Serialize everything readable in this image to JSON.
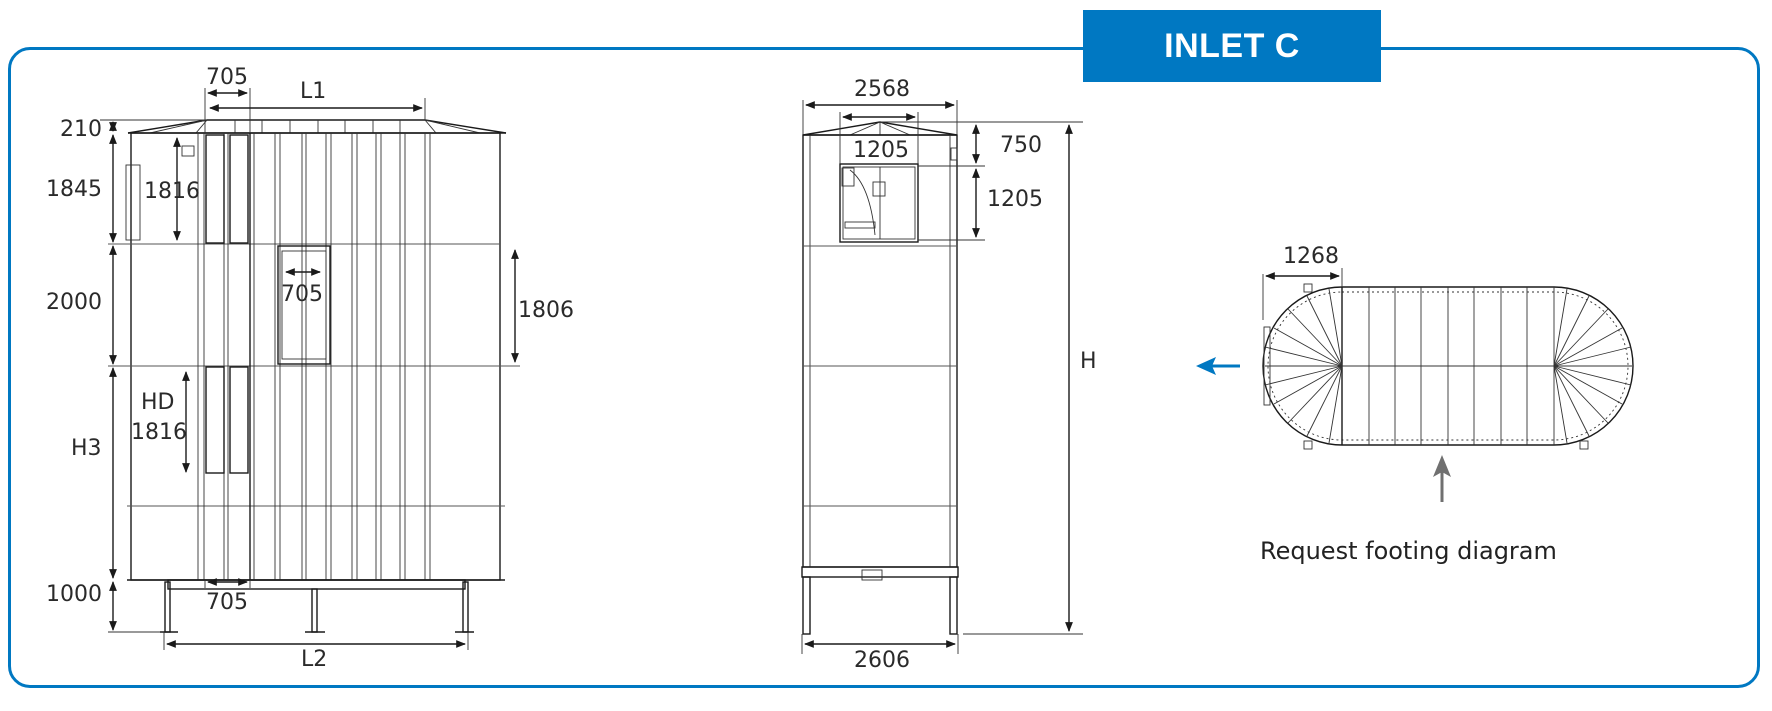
{
  "title": "INLET C",
  "colors": {
    "accent": "#0078C2",
    "arrow_gray": "#707070",
    "line": "#1a1a1a"
  },
  "front_view": {
    "dims": {
      "roof_height": "210",
      "upper_height": "1845",
      "upper_door_height": "1816",
      "middle_height": "2000",
      "middle_door_width": "705",
      "middle_door_height": "1806",
      "lower_label": "H3",
      "lower_door_label": "HD",
      "lower_door_height": "1816",
      "leg_height": "1000",
      "top_door_width": "705",
      "bottom_door_width": "705",
      "length_top": "L1",
      "length_bottom": "L2"
    }
  },
  "side_view": {
    "dims": {
      "width_top": "2568",
      "window_width": "1205",
      "roof_height": "750",
      "window_height": "1205",
      "total_height": "H",
      "width_bottom": "2606"
    }
  },
  "plan_view": {
    "dims": {
      "end_radius": "1268"
    },
    "inlet_arrow": "arrow-left-icon",
    "view_arrow": "arrow-up-icon",
    "note": "Request footing diagram"
  }
}
